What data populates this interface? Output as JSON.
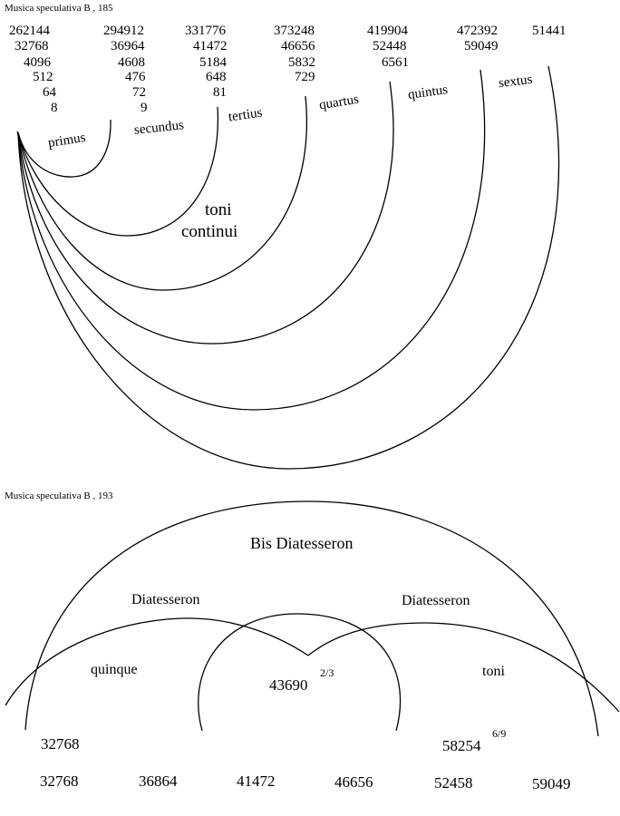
{
  "figure1": {
    "caption": "Musica speculativa B , 185",
    "columns": [
      {
        "values": [
          "262144",
          "32768",
          "4096",
          "512",
          "64",
          "8"
        ],
        "label": "primus"
      },
      {
        "values": [
          "294912",
          "36964",
          "4608",
          "476",
          "72",
          "9"
        ],
        "label": "secundus"
      },
      {
        "values": [
          "331776",
          "41472",
          "5184",
          "648",
          "81"
        ],
        "label": "tertius"
      },
      {
        "values": [
          "373248",
          "46656",
          "5832",
          "729"
        ],
        "label": "quartus"
      },
      {
        "values": [
          "419904",
          "52448",
          "6561"
        ],
        "label": "quintus"
      },
      {
        "values": [
          "472392",
          "59049"
        ],
        "label": "sextus"
      },
      {
        "values": [
          "51441"
        ],
        "label": ""
      }
    ],
    "center_label": [
      "toni",
      "continui"
    ]
  },
  "figure2": {
    "caption": "Musica speculativa B , 193",
    "labels": {
      "bis_diatesseron": "Bis Diatesseron",
      "diatesseron_left": "Diatesseron",
      "diatesseron_right": "Diatesseron",
      "quinque": "quinque",
      "toni": "toni"
    },
    "middle_value": {
      "value": "43690",
      "fraction": "2/3"
    },
    "left_value": "32768",
    "right_value": {
      "value": "58254",
      "fraction": "6/9"
    },
    "bottom_row": [
      "32768",
      "36864",
      "41472",
      "46656",
      "52458",
      "59049"
    ]
  }
}
